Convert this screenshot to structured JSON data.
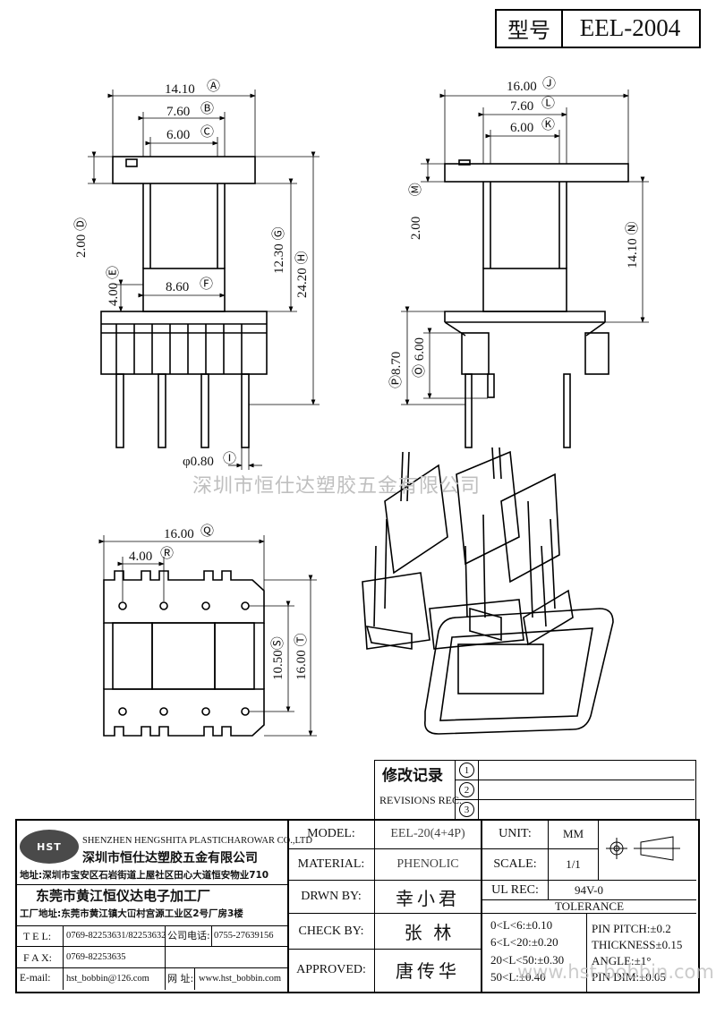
{
  "header": {
    "type_label": "型号",
    "model_code": "EEL-2004"
  },
  "front_view": {
    "dims": {
      "A": "14.10",
      "B": "7.60",
      "C": "6.00",
      "D": "2.00",
      "E": "4.00",
      "F": "8.60",
      "G": "12.30",
      "H": "24.20",
      "I": "φ0.80"
    }
  },
  "side_view": {
    "dims": {
      "J": "16.00",
      "L": "7.60",
      "K": "6.00",
      "M": "2.00",
      "N": "14.10",
      "P": "8.70",
      "O": "6.00"
    }
  },
  "bottom_view": {
    "dims": {
      "Q": "16.00",
      "R": "4.00",
      "S": "10.50",
      "T": "16.00"
    }
  },
  "watermark_top": "深圳市恒仕达塑胶五金有限公司",
  "revisions": {
    "title_cn": "修改记录",
    "title_en": "REVISIONS REC.",
    "items": [
      "1",
      "2",
      "3"
    ]
  },
  "company": {
    "logo": "HST",
    "name_en": "SHENZHEN HENGSHITA PLASTICHAROWAR CO.,LTD",
    "name_cn": "深圳市恒仕达塑胶五金有限公司",
    "address": "地址:深圳市宝安区石岩街道上屋社区田心大道恒安物业710",
    "factory": "东莞市黄江恒仪达电子加工厂",
    "factory_address": "工厂地址:东莞市黄江镇大冚村宫源工业区2号厂房3楼",
    "tel_label": "T E L:",
    "tel": "0769-82253631/82253632",
    "company_phone_label": "公司电话:",
    "company_phone": "0755-27639156",
    "fax_label": "F A X:",
    "fax": "0769-82253635",
    "email_label": "E-mail:",
    "email": "hst_bobbin@126.com",
    "web_label": "网 址:",
    "web": "www.hst_bobbin.com"
  },
  "title_block": {
    "model_label": "MODEL:",
    "model": "EEL-20(4+4P)",
    "material_label": "MATERIAL:",
    "material": "PHENOLIC",
    "drawn_label": "DRWN BY:",
    "drawn": "幸小君",
    "check_label": "CHECK BY:",
    "check": "张  林",
    "approved_label": "APPROVED:",
    "approved": "唐传华",
    "unit_label": "UNIT:",
    "unit": "MM",
    "scale_label": "SCALE:",
    "scale": "1/1",
    "ul_label": "UL REC:",
    "ul": "94V-0",
    "tolerance_label": "TOLERANCE",
    "tol_left": [
      "0<L<6:±0.10",
      "6<L<20:±0.20",
      "20<L<50:±0.30",
      "50<L:±0.40"
    ],
    "tol_right": [
      "PIN PITCH:±0.2",
      "THICKNESS±0.15",
      "ANGLE:±1°",
      "PIN DIM:±0.05"
    ]
  },
  "watermark_bottom": "www.hst-bobbin.com"
}
